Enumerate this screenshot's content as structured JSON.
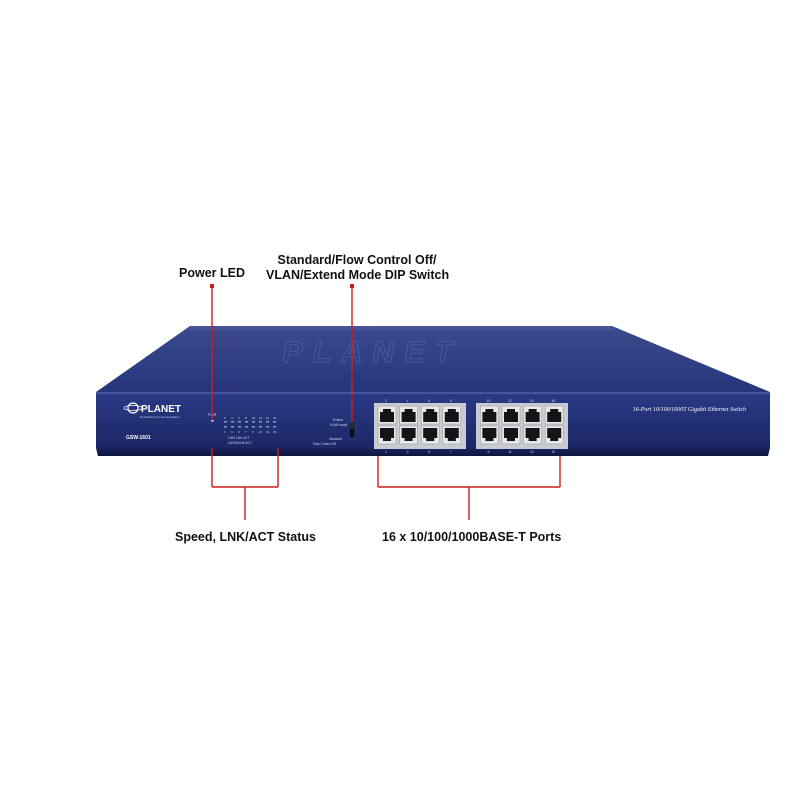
{
  "callouts": {
    "power_led": "Power LED",
    "dip_switch_line1": "Standard/Flow Control Off/",
    "dip_switch_line2": "VLAN/Extend Mode DIP Switch",
    "speed_status": "Speed, LNK/ACT Status",
    "ports": "16 x 10/100/1000BASE-T Ports"
  },
  "device": {
    "brand": "PLANET",
    "brand_tagline": "Networking & Communication",
    "model": "GSW-1601",
    "description": "16-Port 10/100/1000T Gigabit Ethernet Switch",
    "top_embossed_text": "PLANET",
    "power_label": "PWR",
    "led_legend_1": "1000   LNK   ACT",
    "led_legend_2": "10/100/LNK   ACT",
    "dip_label_top_1": "Extend",
    "dip_label_top_2": "VLAN mode",
    "dip_label_bottom_1": "Standard",
    "dip_label_bottom_2": "Flow Control Off",
    "led_top_numbers": [
      "2",
      "4",
      "6",
      "8",
      "10",
      "12",
      "14",
      "16"
    ],
    "led_bottom_numbers": [
      "1",
      "3",
      "5",
      "7",
      "9",
      "11",
      "13",
      "15"
    ],
    "port_top_numbers": [
      "2",
      "4",
      "6",
      "8",
      "10",
      "12",
      "14",
      "16"
    ],
    "port_bottom_numbers": [
      "1",
      "3",
      "5",
      "7",
      "9",
      "11",
      "13",
      "15"
    ]
  },
  "colors": {
    "chassis": "#1f2f6e",
    "chassis_dark": "#15204f",
    "callout_line": "#cc1f1f",
    "port_body": "#e8e8e8"
  }
}
